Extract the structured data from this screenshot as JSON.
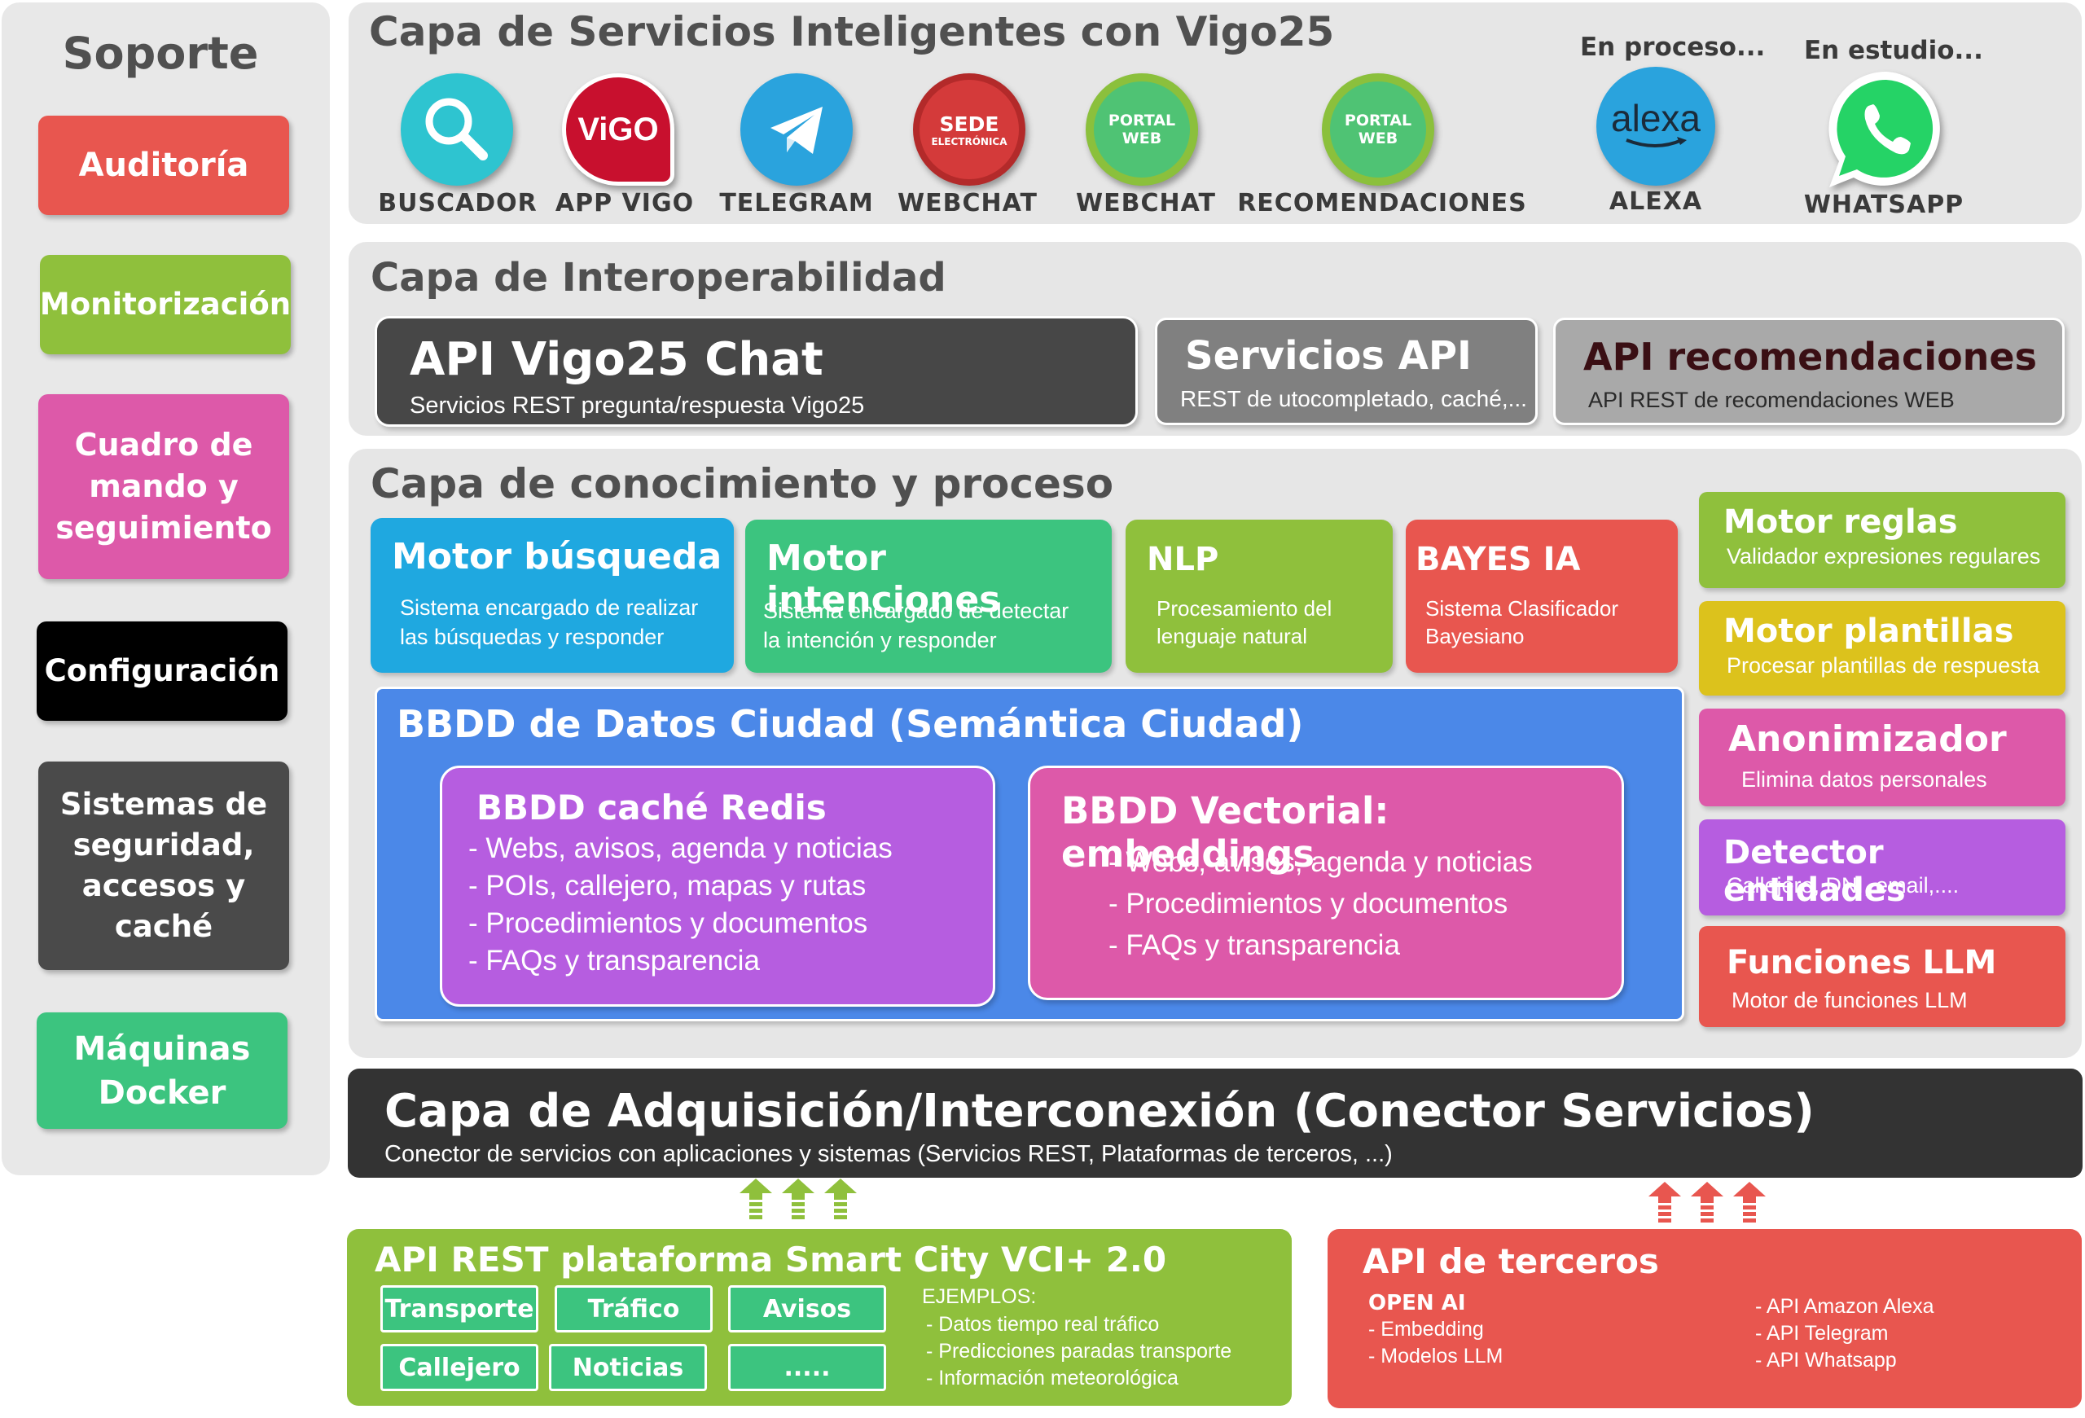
{
  "support": {
    "title": "Soporte",
    "items": [
      {
        "label": "Auditoría",
        "color": "#e8564f"
      },
      {
        "label": "Monitorización",
        "color": "#8fc03c"
      },
      {
        "label": "Cuadro de mando y seguimiento",
        "color": "#dd59a9"
      },
      {
        "label": "Configuración",
        "color": "#000000"
      },
      {
        "label": "Sistemas de seguridad, accesos y caché",
        "color": "#4a4a4a"
      },
      {
        "label": "Máquinas Docker",
        "color": "#3cc47f"
      }
    ]
  },
  "services_layer": {
    "title": "Capa de Servicios Inteligentes con Vigo25",
    "in_process": "En proceso...",
    "in_study": "En estudio...",
    "services": [
      {
        "label": "BUSCADOR",
        "icon": "search-icon",
        "color": "#2ec4d0"
      },
      {
        "label": "APP VIGO",
        "icon": "vigo-logo-icon",
        "icon_text": "ViGO",
        "color": "#c8102e"
      },
      {
        "label": "TELEGRAM",
        "icon": "telegram-icon",
        "color": "#2aa3dd"
      },
      {
        "label": "WEBCHAT",
        "icon": "sede-electronica-icon",
        "icon_text": "SEDE",
        "icon_subtext": "ELECTRÓNICA",
        "color": "#d43a3a"
      },
      {
        "label": "WEBCHAT",
        "icon": "portal-web-icon",
        "icon_text": "PORTAL",
        "icon_subtext": "WEB",
        "color": "#8bc03c"
      },
      {
        "label": "RECOMENDACIONES",
        "icon": "portal-web-icon",
        "icon_text": "PORTAL",
        "icon_subtext": "WEB",
        "color": "#8bc03c"
      },
      {
        "label": "ALEXA",
        "icon": "alexa-icon",
        "icon_text": "alexa",
        "color": "#2aa3dd"
      },
      {
        "label": "WHATSAPP",
        "icon": "whatsapp-icon",
        "color": "#25d366"
      }
    ]
  },
  "interop_layer": {
    "title": "Capa de Interoperabilidad",
    "cards": [
      {
        "title": "API Vigo25 Chat",
        "desc": "Servicios REST pregunta/respuesta Vigo25"
      },
      {
        "title": "Servicios API",
        "desc": "REST de utocompletado, caché,..."
      },
      {
        "title": "API recomendaciones",
        "desc": "API REST de recomendaciones WEB"
      }
    ]
  },
  "knowledge_layer": {
    "title": "Capa de conocimiento y proceso",
    "engines": [
      {
        "title": "Motor búsqueda",
        "desc1": "Sistema encargado de realizar",
        "desc2": "las búsquedas y responder",
        "color": "#1fa8e0"
      },
      {
        "title": "Motor intenciones",
        "desc1": "Sistema encargado de detectar",
        "desc2": "la intención y responder",
        "color": "#3cc47f"
      },
      {
        "title": "NLP",
        "desc1": "Procesamiento del",
        "desc2": "lenguaje natural",
        "color": "#8fc03c"
      },
      {
        "title": "BAYES IA",
        "desc1": "Sistema Clasificador",
        "desc2": "Bayesiano",
        "color": "#e8564f"
      }
    ],
    "bbdd": {
      "title": "BBDD de Datos Ciudad (Semántica Ciudad)",
      "redis": {
        "title": "BBDD caché Redis",
        "items": [
          "- Webs, avisos, agenda y noticias",
          "- POIs, callejero, mapas y rutas",
          "- Procedimientos y documentos",
          "- FAQs y transparencia"
        ]
      },
      "vector": {
        "title": "BBDD Vectorial: embeddings",
        "items": [
          "- Webs, avisos, agenda y noticias",
          "- Procedimientos y documentos",
          "- FAQs y transparencia"
        ]
      }
    },
    "modules": [
      {
        "title": "Motor reglas",
        "desc": "Validador expresiones regulares",
        "color": "#8fc03c"
      },
      {
        "title": "Motor plantillas",
        "desc": "Procesar plantillas de respuesta",
        "color": "#dcc21c"
      },
      {
        "title": "Anonimizador",
        "desc": "Elimina datos personales",
        "color": "#dd59a9"
      },
      {
        "title": "Detector entidades",
        "desc": "Callejero, DNI, email,....",
        "color": "#b65de0"
      },
      {
        "title": "Funciones LLM",
        "desc": "Motor de funciones LLM",
        "color": "#e8564f"
      }
    ]
  },
  "acquisition_layer": {
    "title": "Capa de Adquisición/Interconexión (Conector Servicios)",
    "desc": "Conector de servicios con aplicaciones y sistemas (Servicios REST, Plataformas de terceros, ...)"
  },
  "smartcity": {
    "title": "API REST plataforma Smart City VCI+ 2.0",
    "tags": [
      "Transporte",
      "Tráfico",
      "Avisos",
      "Callejero",
      "Noticias",
      "....."
    ],
    "examples_title": "EJEMPLOS:",
    "examples": [
      "- Datos tiempo real tráfico",
      "- Predicciones paradas transporte",
      "- Información meteorológica"
    ]
  },
  "third_party": {
    "title": "API de terceros",
    "openai_title": "OPEN AI",
    "openai_items": [
      "- Embedding",
      "- Modelos LLM"
    ],
    "api_items": [
      "- API Amazon Alexa",
      "- API Telegram",
      "- API Whatsapp"
    ]
  }
}
